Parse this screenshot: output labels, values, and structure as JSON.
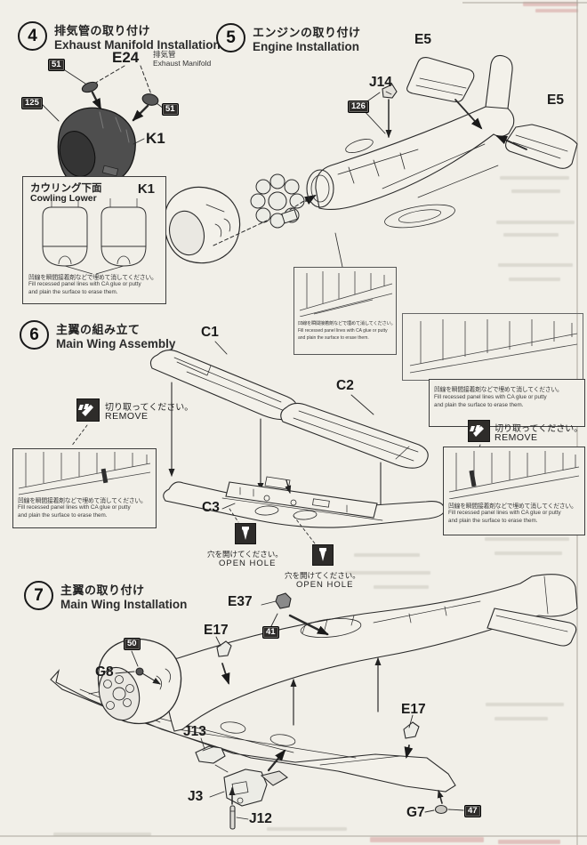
{
  "colors": {
    "paper": "#f1efe8",
    "ink": "#2b2b2b",
    "dark_part": "#4e4e4e",
    "badge_bg": "#2e2c2a"
  },
  "steps": {
    "s4": {
      "num": "4",
      "jp": "排気管の取り付け",
      "en": "Exhaust Manifold Installation"
    },
    "s5": {
      "num": "5",
      "jp": "エンジンの取り付け",
      "en": "Engine Installation"
    },
    "s6": {
      "num": "6",
      "jp": "主翼の組み立て",
      "en": "Main Wing Assembly"
    },
    "s7": {
      "num": "7",
      "jp": "主翼の取り付け",
      "en": "Main Wing Installation"
    }
  },
  "labels": {
    "e24": "E24",
    "e24_sub_jp": "排気管",
    "e24_sub_en": "Exhaust Manifold",
    "k1": "K1",
    "e5": "E5",
    "j14": "J14",
    "c1": "C1",
    "c2": "C2",
    "c3": "C3",
    "e37": "E37",
    "e17": "E17",
    "g8": "G8",
    "j13": "J13",
    "j3": "J3",
    "j12": "J12",
    "g7": "G7"
  },
  "badges": {
    "b51": "51",
    "b125": "125",
    "b126": "126",
    "b41": "41",
    "b50": "50",
    "b47": "47"
  },
  "inset_cowling": {
    "title_jp": "カウリング下面",
    "title_en": "Cowling Lower",
    "part": "K1"
  },
  "notes": {
    "fill_jp": "凹線を瞬間接着剤などで埋めて消してください。",
    "fill_en1": "Fill recessed panel lines with CA glue or putty",
    "fill_en2": "and plain the surface to erase them.",
    "remove_jp": "切り取ってください。",
    "remove_en": "REMOVE",
    "open_jp": "穴を開けてください。",
    "open_en": "OPEN HOLE"
  }
}
